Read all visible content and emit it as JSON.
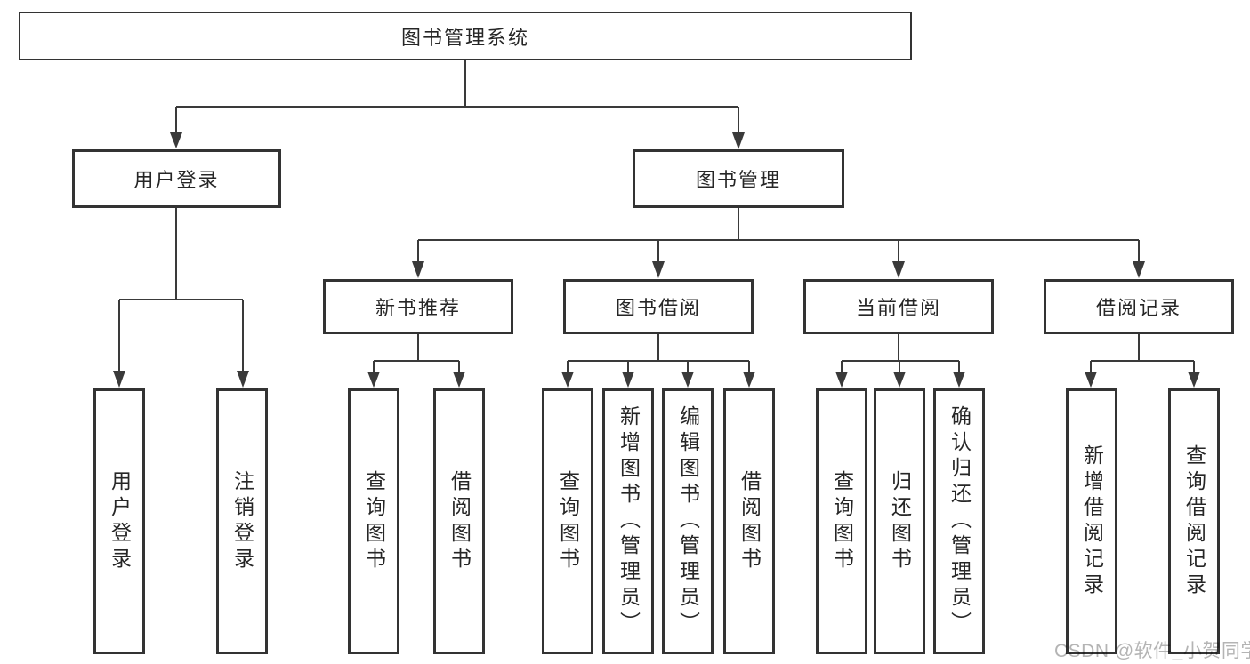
{
  "colors": {
    "line": "#3a3a3a",
    "border": "#333333",
    "text": "#262626",
    "watermark": "#b4b4b4",
    "background": "#ffffff"
  },
  "watermark": "CSDN @软件_小贺同学",
  "tree": {
    "root": "图书管理系统",
    "children": [
      {
        "label": "用户登录",
        "children": [
          "用户登录",
          "注销登录"
        ]
      },
      {
        "label": "图书管理",
        "children": [
          {
            "label": "新书推荐",
            "children": [
              "查询图书",
              "借阅图书"
            ]
          },
          {
            "label": "图书借阅",
            "children": [
              "查询图书",
              "新增图书（管理员）",
              "编辑图书（管理员）",
              "借阅图书"
            ]
          },
          {
            "label": "当前借阅",
            "children": [
              "查询图书",
              "归还图书",
              "确认归还（管理员）"
            ]
          },
          {
            "label": "借阅记录",
            "children": [
              "新增借阅记录",
              "查询借阅记录"
            ]
          }
        ]
      }
    ]
  }
}
